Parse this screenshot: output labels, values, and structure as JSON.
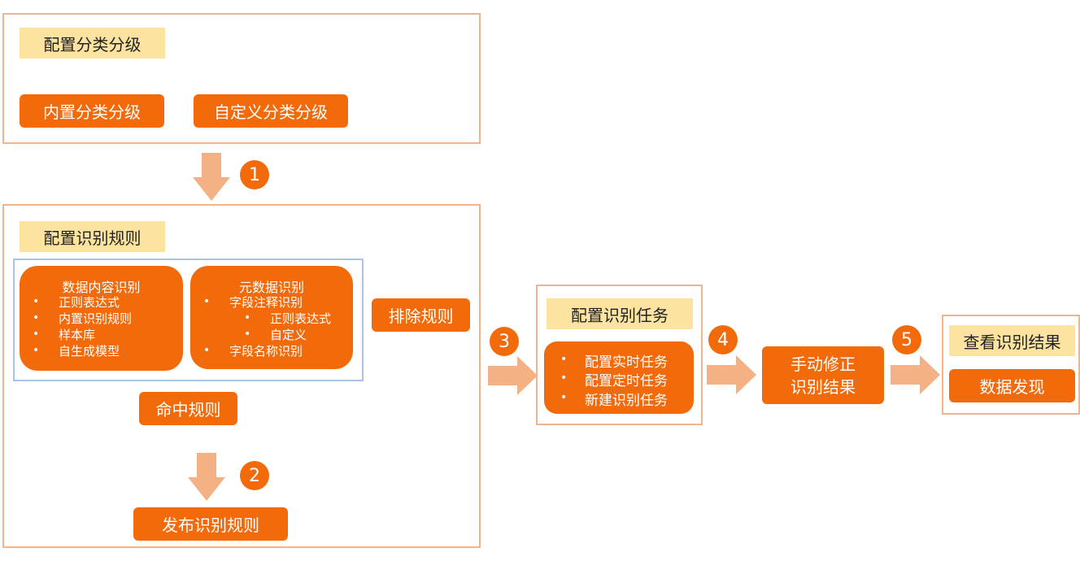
{
  "colors": {
    "frame_border": "#F2B48C",
    "inner_border": "#A9C4E6",
    "label_bg": "#FCE4A0",
    "accent": "#F36A0B",
    "arrow": "#F4B183"
  },
  "step1": {
    "label": "配置分类分级",
    "builtin_button": "内置分类分级",
    "custom_button": "自定义分类分级"
  },
  "step_numbers": [
    "1",
    "2",
    "3",
    "4",
    "5"
  ],
  "rules": {
    "label": "配置识别规则",
    "content_panel": {
      "title": "数据内容识别",
      "items": [
        "正则表达式",
        "内置识别规则",
        "样本库",
        "自生成模型"
      ]
    },
    "metadata_panel": {
      "title": "元数据识别",
      "item_comment": "字段注释识别",
      "sub_items": [
        "正则表达式",
        "自定义"
      ],
      "item_name": "字段名称识别"
    },
    "exclude_button": "排除规则",
    "hit_button": "命中规则",
    "publish_button": "发布识别规则"
  },
  "task": {
    "label": "配置识别任务",
    "items": [
      "配置实时任务",
      "配置定时任务",
      "新建识别任务"
    ]
  },
  "manual": {
    "line1": "手动修正",
    "line2": "识别结果"
  },
  "result": {
    "label": "查看识别结果",
    "button": "数据发现"
  },
  "bullet_char": "•"
}
